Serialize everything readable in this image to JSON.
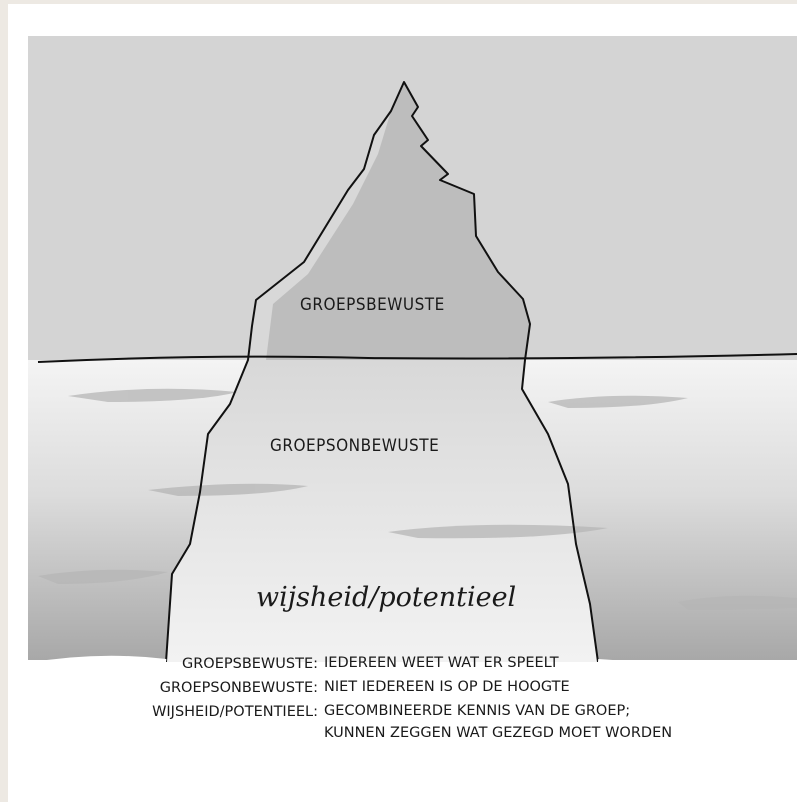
{
  "diagram": {
    "zones": {
      "top": "GROEPSBEWUSTE",
      "middle": "GROEPSONBEWUSTE",
      "bottom": "wijsheid/potentieel"
    },
    "legend": [
      {
        "term": "GROEPSBEWUSTE:",
        "definition": "IEDEREEN WEET WAT ER SPEELT"
      },
      {
        "term": "GROEPSONBEWUSTE:",
        "definition": "NIET IEDEREEN IS OP DE HOOGTE"
      },
      {
        "term": "WIJSHEID/POTENTIEEL:",
        "definition": "GECOMBINEERDE KENNIS VAN DE GROEP;",
        "definition_line2": "KUNNEN ZEGGEN WAT GEZEGD MOET WORDEN"
      }
    ],
    "colors": {
      "sky": "#d4d4d4",
      "iceberg_above": "#bcbcbc",
      "iceberg_below": "#e6e6e6",
      "water_top": "#f2f2f2",
      "water_bottom": "#a9a9a9",
      "ink": "#111111"
    }
  }
}
